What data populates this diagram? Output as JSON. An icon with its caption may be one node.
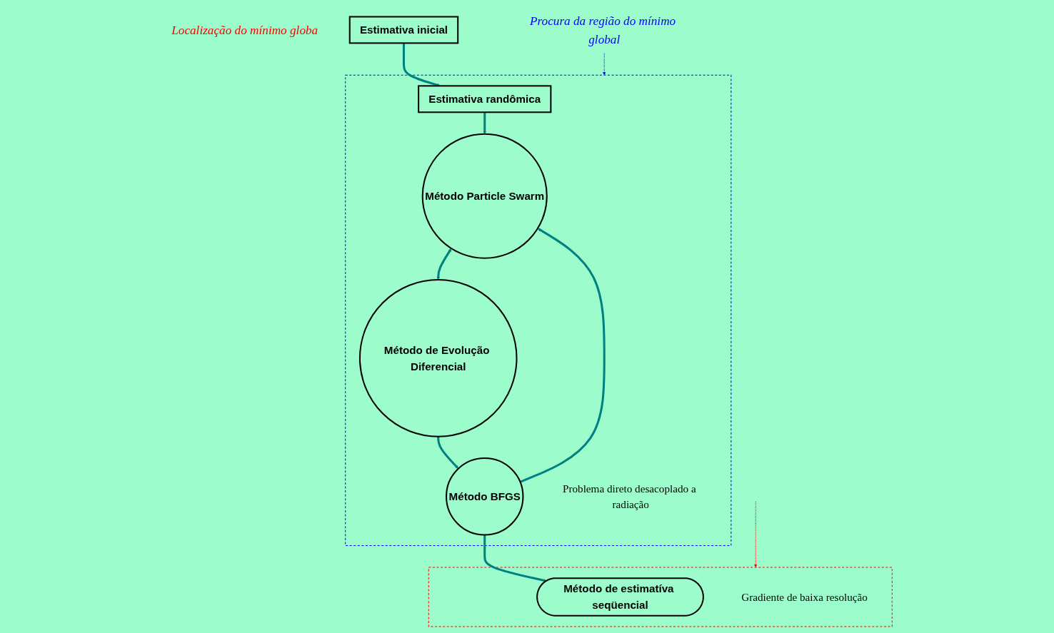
{
  "diagram": {
    "nodes": [
      {
        "text": [
          "Localização do mínimo globa"
        ]
      },
      {
        "text": [
          "Estimativa inicial"
        ]
      },
      {
        "text": [
          "Procura da região do mínimo global"
        ]
      },
      {
        "text": [],
        "shape": "box"
      },
      {
        "text": [
          "Estimativa randômica"
        ],
        "in": 3
      },
      {
        "text": [
          "Método Particle Swarm"
        ],
        "in": 3
      },
      {
        "text": [
          "Método de Evolução Diferencial"
        ],
        "in": 3
      },
      {
        "text": [
          "Método BFGS"
        ],
        "in": 3
      },
      {
        "text": [
          "Problema direto desacoplado a radiação"
        ],
        "in": 3
      },
      {
        "text": [],
        "shape": "box"
      },
      {
        "text": [
          "Método de estimatíva seqüencial"
        ],
        "in": 9
      },
      {
        "text": [
          "Gradiente de baixa resolução"
        ],
        "in": 9
      }
    ],
    "edges": [
      {
        "from": 1,
        "to": 4,
        "arrow": "to"
      },
      {
        "from": 4,
        "to": 5,
        "arrow": "to"
      },
      {
        "from": 5,
        "to": 6,
        "arrow": "both"
      },
      {
        "from": 6,
        "to": 7,
        "arrow": "to"
      },
      {
        "from": 7,
        "to": 5,
        "arrow": "to"
      },
      {
        "from": 7,
        "to": 10,
        "arrow": "to"
      },
      {
        "from": 2,
        "to": 3,
        "arrow": "to",
        "style": "dashed",
        "color": "#0000ff"
      },
      {
        "from": null,
        "to": 9,
        "arrow": "to",
        "style": "dashed",
        "color": "#ff0000"
      }
    ]
  }
}
